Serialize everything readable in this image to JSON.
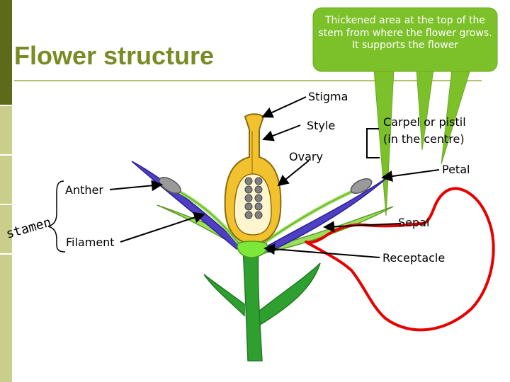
{
  "title": "Flower structure",
  "callout": {
    "text": "Thickened area at the top of the stem from where the flower grows.  It supports the flower",
    "color": "#7dc12a"
  },
  "labels": {
    "stigma": "Stigma",
    "style": "Style",
    "ovary": "Ovary",
    "carpel": "Carpel or pistil",
    "carpel_sub": "(in the centre)",
    "petal": "Petal",
    "anther": "Anther",
    "stamen": "stamen",
    "filament": "Filament",
    "sepal": "Sepal",
    "receptacle": "Receptacle"
  },
  "colors": {
    "title": "#7a8a24",
    "sidebar_dark": "#5c6a1a",
    "sidebar_light": "#c9cf8a",
    "carpel_fill": "#f2c12e",
    "petal_fill": "#4e3fc4",
    "sepal_fill": "#9be05a",
    "stem_fill": "#2fa030",
    "anther_fill": "#9a9a9a",
    "receptacle_fill": "#7ee83a",
    "annotation_line": "#e60000"
  },
  "icons": [
    "flower-diagram"
  ]
}
